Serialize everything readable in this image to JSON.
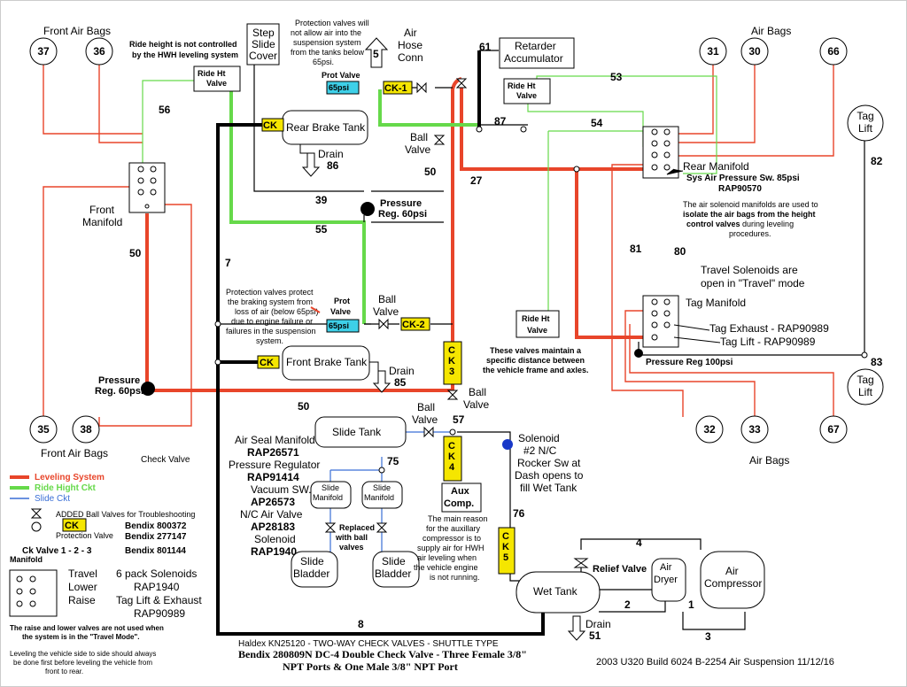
{
  "colors": {
    "leveling": "#e8452a",
    "ride": "#66d94a",
    "slide": "#3a6fd6",
    "ck": "#f5e600",
    "pv": "#3ed0e8",
    "solenoid": "#1838c8"
  },
  "circles": {
    "c37": "37",
    "c36": "36",
    "c31": "31",
    "c30": "30",
    "c66": "66",
    "c35": "35",
    "c38": "38",
    "c32": "32",
    "c33": "33",
    "c67": "67",
    "tag_top": "Tag Lift",
    "tag_bot": "Tag Lift"
  },
  "labels": {
    "front_air_bags_top": "Front Air Bags",
    "air_bags_top": "Air Bags",
    "front_air_bags_bot": "Front Air Bags",
    "air_bags_bot": "Air Bags",
    "ride_note": "Ride height is not controlled by the HWH leveling system",
    "step_slide": "Step Slide Cover",
    "prot_note_top": "Protection valves will not allow air into the suspension system from the tanks below 65psi.",
    "air_hose": "Air Hose Conn",
    "n5": "5",
    "n61": "61",
    "retarder": "Retarder Accumulator",
    "ride_ht": "Ride Ht Valve",
    "prot_valve": "Prot Valve",
    "psi65": "65psi",
    "ck1": "CK-1",
    "ck2": "CK-2",
    "ck": "CK",
    "rear_brake": "Rear Brake Tank",
    "front_brake": "Front Brake Tank",
    "drain86": "Drain",
    "n86": "86",
    "drain85": "Drain",
    "n85": "85",
    "drain51": "Drain",
    "n51": "51",
    "ball_valve": "Ball Valve",
    "n56": "56",
    "n53": "53",
    "n54": "54",
    "n87": "87",
    "n50": "50",
    "n27": "27",
    "n39": "39",
    "n55": "55",
    "n7": "7",
    "n81": "81",
    "n80": "80",
    "n82": "82",
    "n83": "83",
    "n57": "57",
    "n75": "75",
    "n76": "76",
    "n4": "4",
    "n2": "2",
    "n1": "1",
    "n3": "3",
    "n8": "8",
    "front_manifold": "Front Manifold",
    "rear_manifold": "Rear Manifold",
    "tag_manifold": "Tag Manifold",
    "press_reg_60": "Pressure Reg. 60psi",
    "sys_air": "Sys Air Pressure Sw. 85psi RAP90570",
    "isolate_note": "The air solenoid manifolds are used to isolate the air bags from the height control valves during leveling procedures.",
    "travel_sol": "Travel Solenoids are open in \"Travel\" mode",
    "tag_exhaust": "Tag Exhaust - RAP90989",
    "tag_lift_lbl": "Tag Lift - RAP90989",
    "press_reg_100": "Pressure Reg 100psi",
    "prot_note_mid": "Protection valves protect the braking system from loss of air (below 65psi) due to engine failure or failures in the suspension system.",
    "maintain_note": "These valves maintain a specific distance between the vehicle frame and axles.",
    "ck3": "CK-3",
    "ck4": "CK-4",
    "ck5": "CK-5",
    "slide_tank": "Slide Tank",
    "slide_manifold": "Slide Manifold",
    "replaced": "Replaced with ball valves",
    "slide_bladder": "Slide Bladder",
    "components": [
      "Air Seal Manifold",
      "RAP26571",
      "Pressure Regulator",
      "RAP91414",
      "Vacuum SW.",
      "AP26573",
      "N/C Air Valve",
      "AP28183",
      "Solenoid",
      "RAP1940"
    ],
    "solenoid_note": "Solenoid #2 N/C Rocker Sw at Dash opens to fill Wet Tank",
    "aux_comp": "Aux Comp.",
    "aux_note": "The main reason for the auxillary compressor is to supply air for HWH air leveling when the vehicle engine is not running.",
    "wet_tank": "Wet Tank",
    "relief": "Relief Valve",
    "air_dryer": "Air Dryer",
    "air_comp": "Air Compressor",
    "check_valve": "Check Valve",
    "footer1": "Haldex KN25120 - TWO-WAY CHECK VALVES - SHUTTLE TYPE",
    "footer2": "Bendix 280809N DC-4 Double Check Valve - Three Female 3/8\"",
    "footer3": "NPT Ports & One Male 3/8\" NPT Port",
    "footer_right": "2003 U320 Build 6024   B-2254  Air Suspension   11/12/16"
  },
  "legend": {
    "leveling": "Leveling System",
    "ride": "Ride Hight Ckt",
    "slide": "Slide Ckt",
    "added_ball": "ADDED Ball Valves for Troubleshooting",
    "protection_valve": "Protection Valve",
    "bendix1": "Bendix  800372",
    "bendix2": "Bendix  277147",
    "ck_valve": "Ck Valve 1 - 2 - 3",
    "bendix3": "Bendix 801144",
    "manifold": "Manifold",
    "travel": "Travel",
    "lower": "Lower",
    "raise": "Raise",
    "six_pack": "6 pack Solenoids",
    "rap1940": "RAP1940",
    "tag_lift_ex": "Tag Lift & Exhaust",
    "rap90989": "RAP90989",
    "note1": "The raise and lower valves are not used when the system is in the \"Travel Mode\".",
    "note2": "Leveling the vehicle side to side should always be done first before leveling the vehicle from front to rear."
  }
}
